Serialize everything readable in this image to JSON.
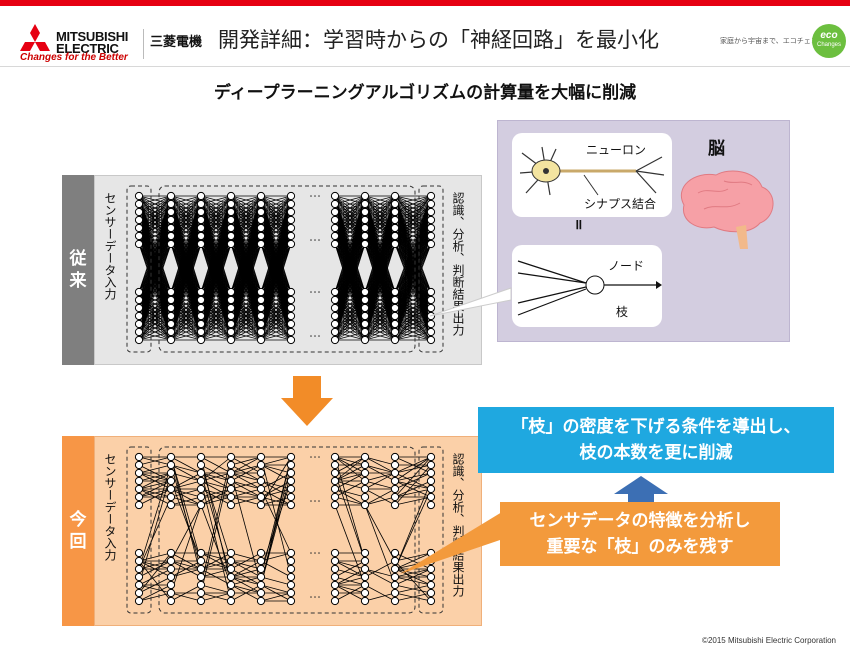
{
  "header": {
    "brand_line1": "MITSUBISHI",
    "brand_line2": "ELECTRIC",
    "tagline": "Changes for the Better",
    "brand_jp": "三菱電機",
    "title": "開発詳細：学習時からの「神経回路」を最小化",
    "eco_text": "家庭から宇宙まで、エコチェンジ。",
    "eco_logo_line1": "eco",
    "eco_logo_line2": "Changes"
  },
  "subtitle": "ディープラーニングアルゴリズムの計算量を大幅に削減",
  "conventional": {
    "label_line1": "従",
    "label_line2": "来",
    "input_label": "センサーデータ入力",
    "output_label": "認識、分析、判断結果出力"
  },
  "proposed": {
    "label_line1": "今",
    "label_line2": "回",
    "input_label": "センサーデータ入力",
    "output_label": "認識、分析、判断結果出力"
  },
  "analogy": {
    "neuron_label": "ニューロン",
    "synapse_label": "シナプス結合",
    "brain_label": "脳",
    "equiv_symbol": "॥",
    "node_label": "ノード",
    "branch_label": "枝"
  },
  "callouts": {
    "blue_line1": "「枝」の密度を下げる条件を導出し、",
    "blue_line2": "枝の本数を更に削減",
    "orange_line1": "センサデータの特徴を分析し",
    "orange_line2": "重要な「枝」のみを残す"
  },
  "colors": {
    "brand_red": "#e60012",
    "conventional_gray": "#7f7f7f",
    "proposed_orange": "#f79646",
    "callout_blue": "#1fa8e0",
    "callout_orange": "#f39a3c",
    "analogy_purple": "#d3cde0"
  },
  "footer": {
    "copyright": "©2015 Mitsubishi Electric Corporation"
  }
}
